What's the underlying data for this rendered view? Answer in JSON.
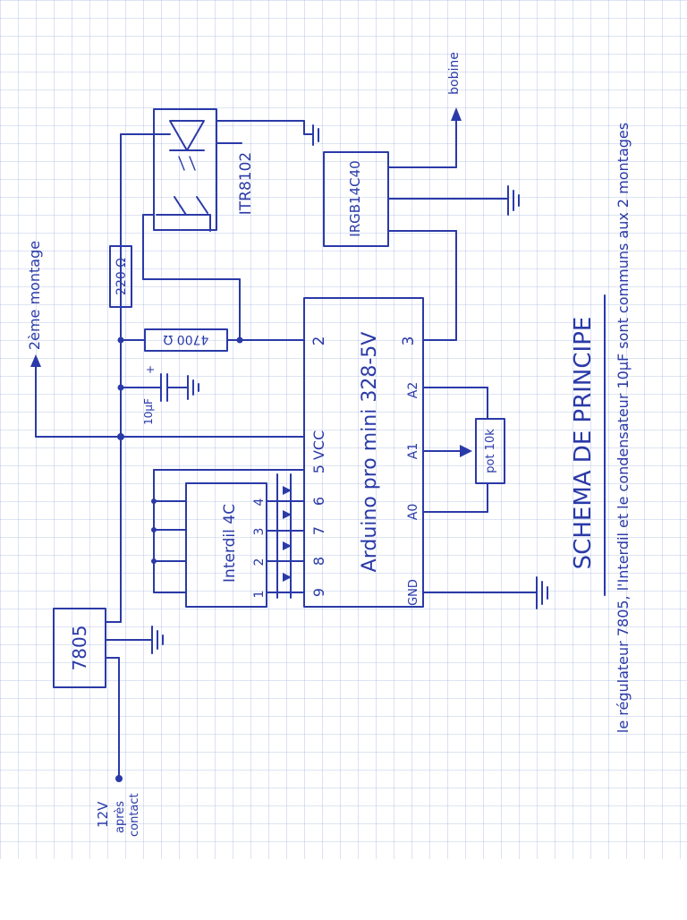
{
  "components": {
    "regulator": "7805",
    "supply": [
      "12V",
      "après",
      "contact"
    ],
    "interdil": "Interdil 4C",
    "interdil_pins": [
      "1",
      "2",
      "3",
      "4"
    ],
    "arduino": "Arduino pro mini 328-5V",
    "arduino_top_pins": [
      "9",
      "8",
      "7",
      "6",
      "5 VCC",
      "2",
      "3"
    ],
    "arduino_bottom_pins": [
      "GND",
      "A0",
      "A1",
      "A2"
    ],
    "irgb": "IRGB14C40",
    "optocoupler": "ITR8102",
    "r220": "220 Ω",
    "r4700": "4700 Ω",
    "capacitor": "10µF",
    "cap_plus": "+",
    "pot": "pot 10k",
    "second_montage": "2ème montage",
    "bobine": "bobine"
  },
  "title": "SCHEMA DE PRINCIPE",
  "note": "le régulateur 7805, l'Interdil et le condensateur 10µF sont communs aux 2 montages"
}
